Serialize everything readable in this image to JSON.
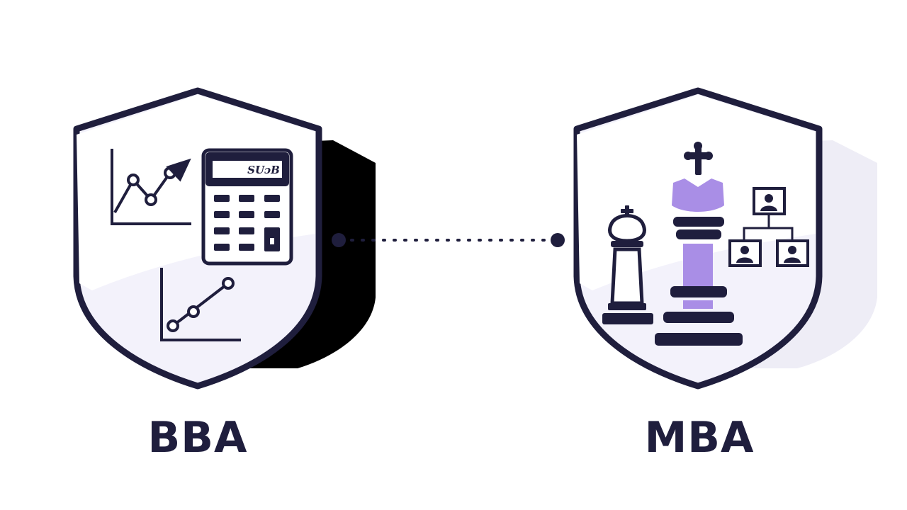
{
  "colors": {
    "outline": "#1f1e3d",
    "shield_fill": "#f3f2fb",
    "shadow": "#eeedf6",
    "accent": "#a98ee6"
  },
  "left_badge": {
    "label": "BBA",
    "calculator_display": "SUɔB",
    "icons": [
      "line-chart-icon",
      "calculator-icon",
      "growth-chart-icon"
    ]
  },
  "right_badge": {
    "label": "MBA",
    "icons": [
      "chess-queen-icon",
      "chess-king-icon",
      "org-chart-icon"
    ]
  },
  "connector": {
    "style": "dotted"
  }
}
